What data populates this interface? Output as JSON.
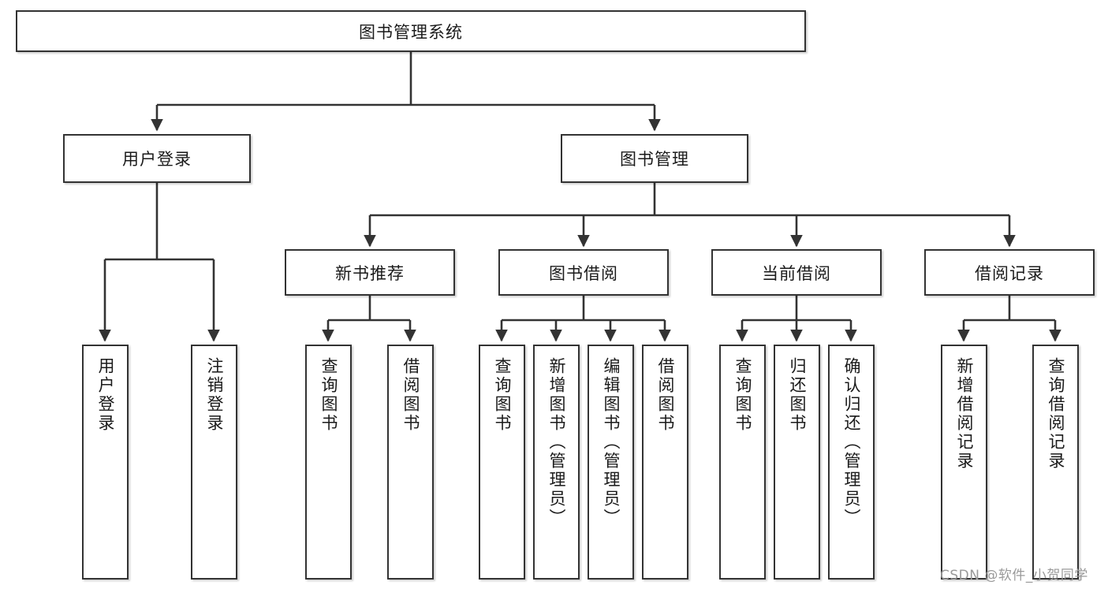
{
  "diagram": {
    "type": "tree-hierarchy",
    "title_node": "图书管理系统",
    "watermark": "CSDN @软件_小贺同学",
    "colors": {
      "box_stroke": "#333333",
      "box_fill": "#ffffff",
      "line": "#333333",
      "text": "#1a1a1a",
      "watermark": "#9a9a9a"
    },
    "nodes": {
      "root": {
        "label": "图书管理系统",
        "orientation": "horizontal"
      },
      "l2": [
        {
          "id": "user-login",
          "label": "用户登录",
          "orientation": "horizontal"
        },
        {
          "id": "book-manage",
          "label": "图书管理",
          "orientation": "horizontal"
        }
      ],
      "l3": [
        {
          "id": "new-book-recommend",
          "label": "新书推荐",
          "orientation": "horizontal"
        },
        {
          "id": "book-borrow",
          "label": "图书借阅",
          "orientation": "horizontal"
        },
        {
          "id": "current-borrow",
          "label": "当前借阅",
          "orientation": "horizontal"
        },
        {
          "id": "borrow-record",
          "label": "借阅记录",
          "orientation": "horizontal"
        }
      ],
      "leaves": [
        {
          "id": "leaf-user-login",
          "label": "用户登录",
          "parent": "user-login",
          "orientation": "vertical"
        },
        {
          "id": "leaf-user-logout",
          "label": "注销登录",
          "parent": "user-login",
          "orientation": "vertical"
        },
        {
          "id": "leaf-query-book-1",
          "label": "查询图书",
          "parent": "new-book-recommend",
          "orientation": "vertical"
        },
        {
          "id": "leaf-borrow-book-1",
          "label": "借阅图书",
          "parent": "new-book-recommend",
          "orientation": "vertical"
        },
        {
          "id": "leaf-query-book-2",
          "label": "查询图书",
          "parent": "book-borrow",
          "orientation": "vertical"
        },
        {
          "id": "leaf-add-book",
          "label": "新增图书（管理员）",
          "parent": "book-borrow",
          "orientation": "vertical"
        },
        {
          "id": "leaf-edit-book",
          "label": "编辑图书（管理员）",
          "parent": "book-borrow",
          "orientation": "vertical"
        },
        {
          "id": "leaf-borrow-book-2",
          "label": "借阅图书",
          "parent": "book-borrow",
          "orientation": "vertical"
        },
        {
          "id": "leaf-query-book-3",
          "label": "查询图书",
          "parent": "current-borrow",
          "orientation": "vertical"
        },
        {
          "id": "leaf-return-book",
          "label": "归还图书",
          "parent": "current-borrow",
          "orientation": "vertical"
        },
        {
          "id": "leaf-confirm-return",
          "label": "确认归还（管理员）",
          "parent": "current-borrow",
          "orientation": "vertical"
        },
        {
          "id": "leaf-add-record",
          "label": "新增借阅记录",
          "parent": "borrow-record",
          "orientation": "vertical"
        },
        {
          "id": "leaf-query-record",
          "label": "查询借阅记录",
          "parent": "borrow-record",
          "orientation": "vertical"
        }
      ]
    }
  }
}
